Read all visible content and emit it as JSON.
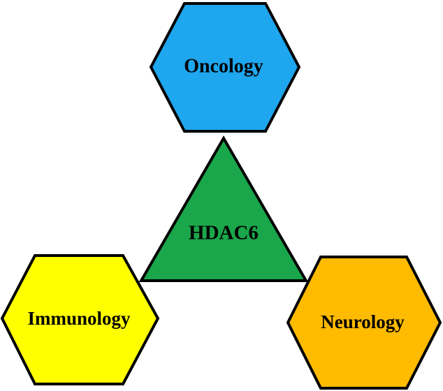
{
  "diagram": {
    "center": {
      "label": "HDAC6",
      "color": "#1aa64a"
    },
    "nodes": [
      {
        "id": "oncology",
        "label": "Oncology",
        "color": "#1ea6ef"
      },
      {
        "id": "immunology",
        "label": "Immunology",
        "color": "#ffff00"
      },
      {
        "id": "neurology",
        "label": "Neurology",
        "color": "#ffbb00"
      }
    ]
  }
}
